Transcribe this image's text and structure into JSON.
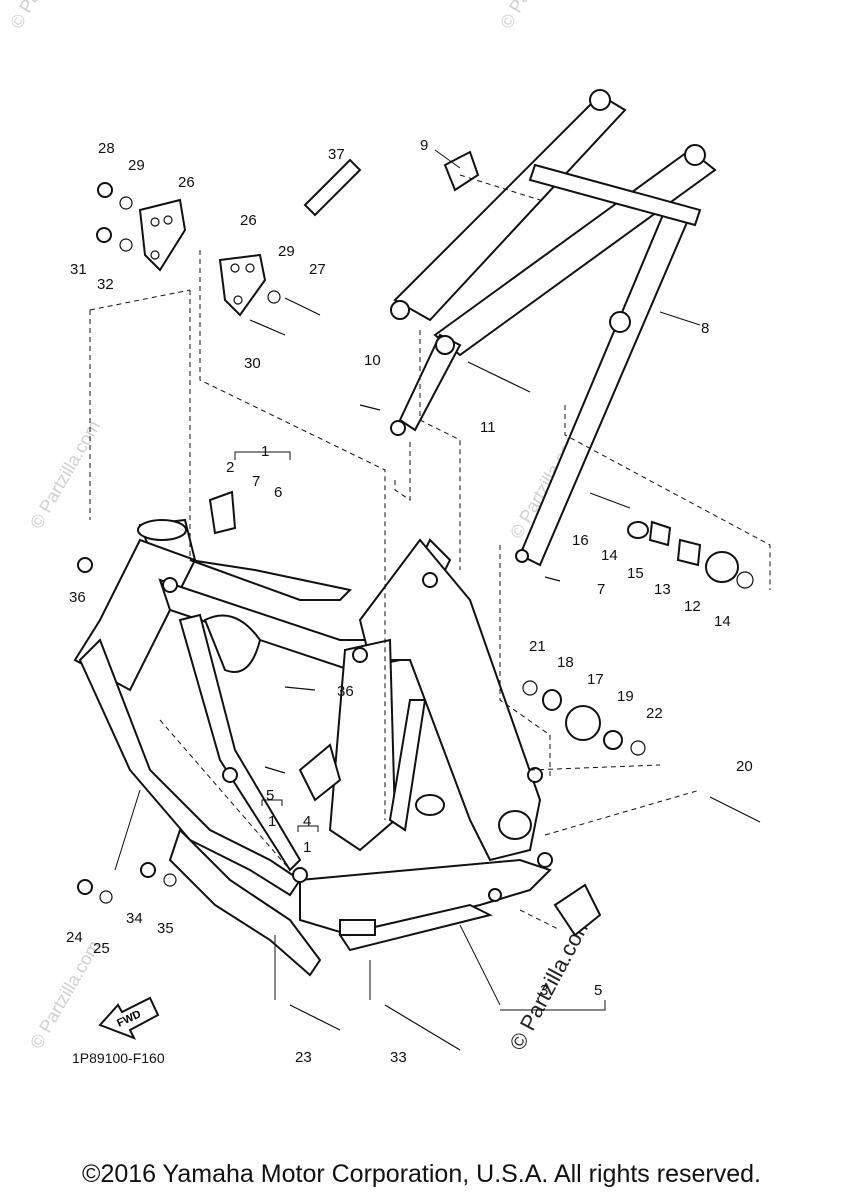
{
  "diagram": {
    "callouts": [
      "1",
      "2",
      "3",
      "4",
      "5",
      "6",
      "7",
      "8",
      "9",
      "10",
      "11",
      "12",
      "13",
      "14",
      "15",
      "16",
      "17",
      "18",
      "19",
      "20",
      "21",
      "22",
      "23",
      "24",
      "25",
      "26",
      "27",
      "28",
      "29",
      "30",
      "31",
      "32",
      "33",
      "34",
      "35",
      "36",
      "37"
    ],
    "direction_badge": "FWD",
    "diagram_code": "1P89100-F160",
    "watermark": "© Partzilla.com"
  },
  "footer": {
    "copyright": "©2016 Yamaha Motor Corporation, U.S.A. All rights reserved."
  }
}
